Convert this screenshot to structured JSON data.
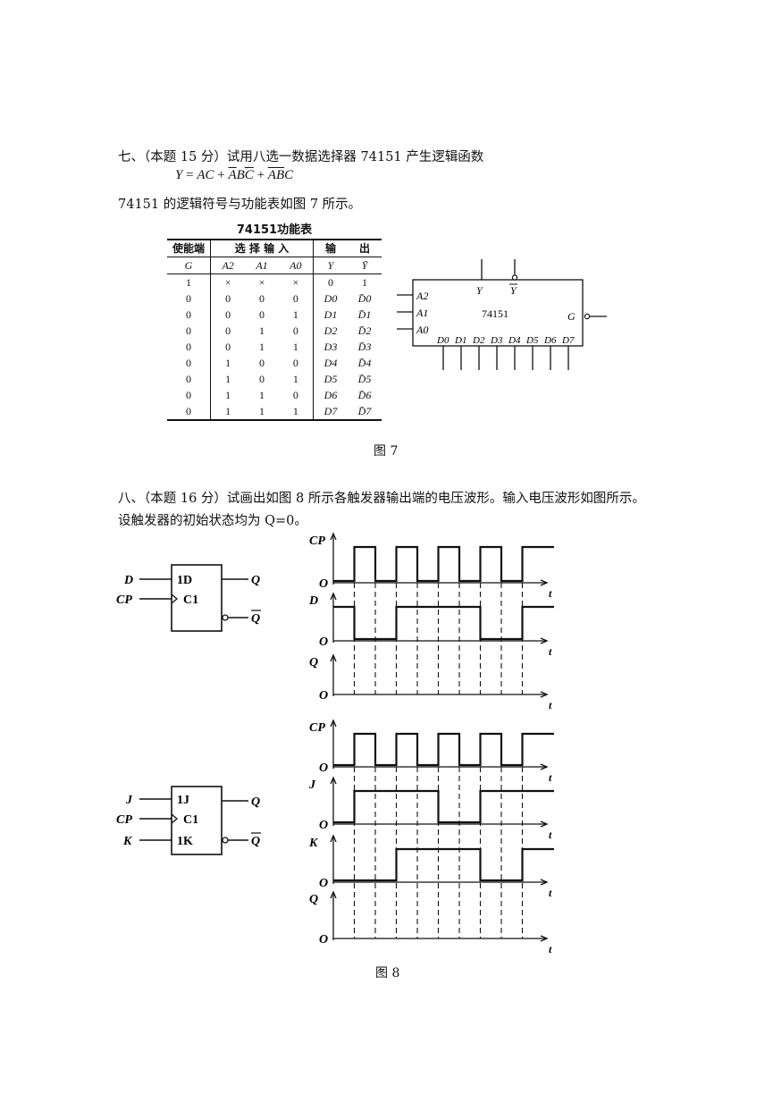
{
  "q7": {
    "heading": "七、（本题 15 分）试用八选一数据选择器 74151 产生逻辑函数",
    "eq_Y": "Y",
    "eq_eq": " = ",
    "eq_t1": "AC",
    "eq_plus1": " + ",
    "eq_t2a": "A",
    "eq_t2b": "B",
    "eq_t2c": "C",
    "eq_plus2": " + ",
    "eq_t3a": "A",
    "eq_t3b": "B",
    "eq_t3c": "C",
    "note": "74151 的逻辑符号与功能表如图 7 所示。"
  },
  "table": {
    "title": "74151功能表",
    "header": [
      "使能端",
      "选 择 输 入",
      "输",
      "出"
    ],
    "subheader": [
      "G",
      "A2",
      "A1",
      "A0",
      "Y",
      "Ȳ"
    ],
    "rows": [
      [
        "1",
        "×",
        "×",
        "×",
        "0",
        "1"
      ],
      [
        "0",
        "0",
        "0",
        "0",
        "D0",
        "D̄0"
      ],
      [
        "0",
        "0",
        "0",
        "1",
        "D1",
        "D̄1"
      ],
      [
        "0",
        "0",
        "1",
        "0",
        "D2",
        "D̄2"
      ],
      [
        "0",
        "0",
        "1",
        "1",
        "D3",
        "D̄3"
      ],
      [
        "0",
        "1",
        "0",
        "0",
        "D4",
        "D̄4"
      ],
      [
        "0",
        "1",
        "0",
        "1",
        "D5",
        "D̄5"
      ],
      [
        "0",
        "1",
        "1",
        "0",
        "D6",
        "D̄6"
      ],
      [
        "0",
        "1",
        "1",
        "1",
        "D7",
        "D̄7"
      ]
    ]
  },
  "chip": {
    "name": "74151",
    "out_y": "Y",
    "out_ybar": "Y",
    "sel": [
      "A2",
      "A1",
      "A0"
    ],
    "g": "G",
    "data": [
      "D0",
      "D1",
      "D2",
      "D3",
      "D4",
      "D5",
      "D6",
      "D7"
    ]
  },
  "fig7": "图 7",
  "q8": {
    "heading": "八、（本题 16 分）试画出如图 8 所示各触发器输出端的电压波形。输入电压波形如图所示。",
    "note": "设触发器的初始状态均为 Q=0。"
  },
  "dff": {
    "in_d": "D",
    "in_cp": "CP",
    "box1": "1D",
    "box2": "C1",
    "out_q": "Q",
    "out_qbar": "Q"
  },
  "jkff": {
    "in_j": "J",
    "in_cp": "CP",
    "in_k": "K",
    "box1": "1J",
    "box2": "C1",
    "box3": "1K",
    "out_q": "Q",
    "out_qbar": "Q"
  },
  "wave_labels": {
    "cp": "CP",
    "d": "D",
    "q": "Q",
    "j": "J",
    "k": "K",
    "zero": "O",
    "t": "t"
  },
  "waves": {
    "cp": [
      0,
      1,
      0,
      1,
      0,
      1,
      0,
      1,
      0,
      1
    ],
    "d": [
      1,
      0,
      0,
      1,
      1,
      1,
      1,
      0,
      0,
      1
    ],
    "j": [
      0,
      1,
      1,
      1,
      1,
      0,
      0,
      1,
      1,
      1
    ],
    "k": [
      0,
      0,
      0,
      1,
      1,
      1,
      1,
      0,
      0,
      1
    ]
  },
  "fig8": "图 8"
}
